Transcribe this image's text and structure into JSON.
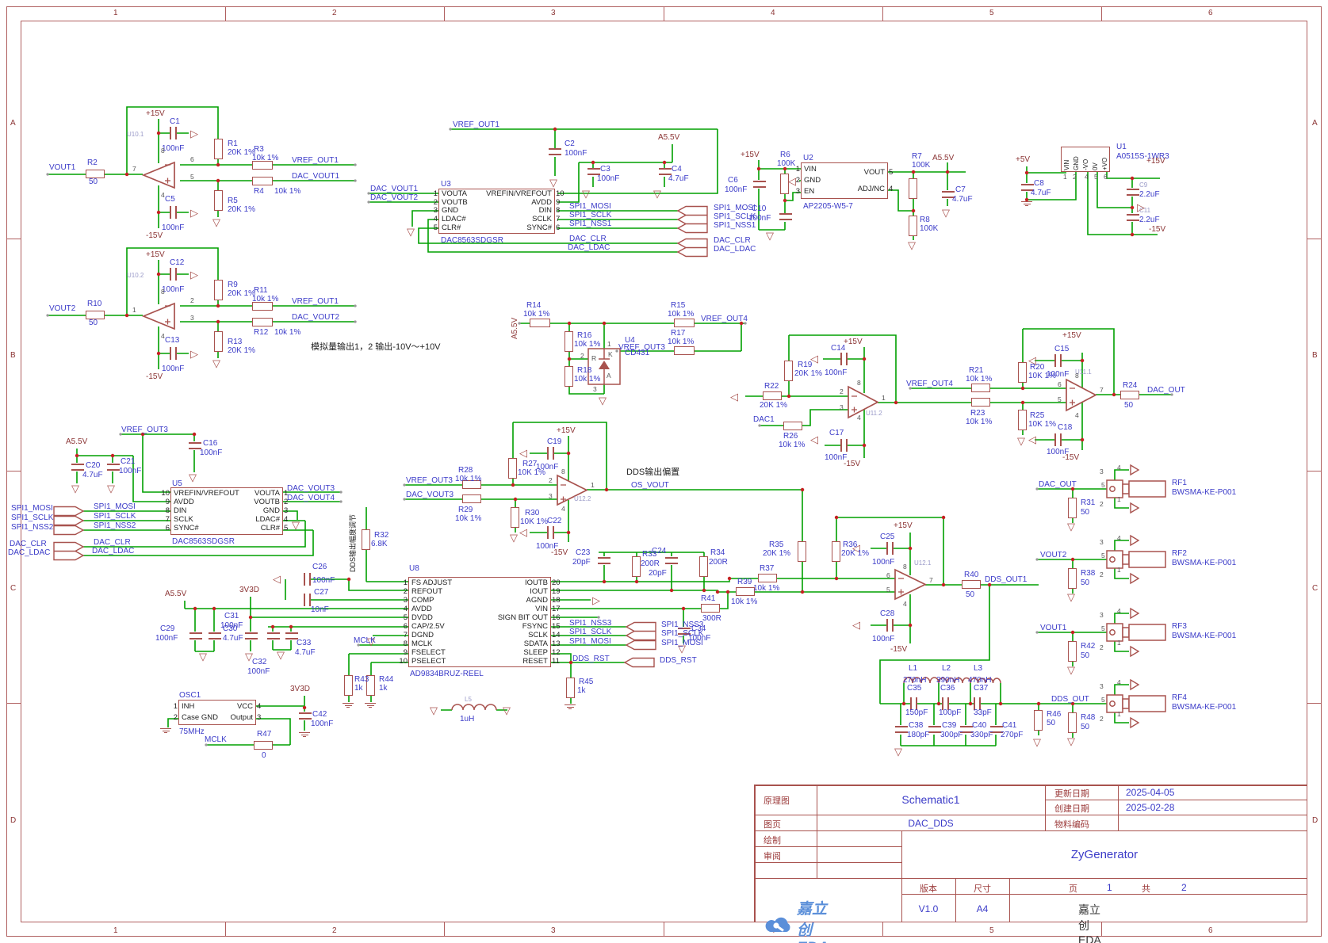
{
  "frame": {
    "cols": [
      "1",
      "2",
      "3",
      "4",
      "5",
      "6"
    ],
    "rows": [
      "A",
      "B",
      "C",
      "D"
    ]
  },
  "notes": {
    "analog": "模拟量输出1，2    输出-10V～+10V",
    "bias": "DDS输出偏置",
    "amp_adj": "DDS输出幅度调节"
  },
  "pw": {
    "p15": "+15V",
    "n15": "-15V",
    "p5": "+5V",
    "a55": "A5.5V",
    "v33": "3V3D"
  },
  "amp1": {
    "ref": "U10.1",
    "vin": "VOUT1",
    "rin": [
      "R2",
      "50"
    ],
    "ctop": [
      "C1",
      "100nF"
    ],
    "cbot": [
      "C5",
      "100nF"
    ],
    "rfb": [
      "R1",
      "20K 1%"
    ],
    "rtop": [
      "R3",
      "10k 1%"
    ],
    "rg": [
      "R5",
      "20K 1%"
    ],
    "rbot": [
      "R4",
      "10k 1%"
    ],
    "ntop": "VREF_OUT1",
    "nbot": "DAC_VOUT1",
    "pins": [
      "7",
      "6",
      "5",
      "8",
      "4"
    ]
  },
  "amp2": {
    "ref": "U10.2",
    "vin": "VOUT2",
    "rin": [
      "R10",
      "50"
    ],
    "ctop": [
      "C12",
      "100nF"
    ],
    "cbot": [
      "C13",
      "100nF"
    ],
    "rfb": [
      "R9",
      "20K 1%"
    ],
    "rtop": [
      "R11",
      "10k 1%"
    ],
    "rg": [
      "R13",
      "20K 1%"
    ],
    "rbot": [
      "R12",
      "10k 1%"
    ],
    "ntop": "VREF_OUT1",
    "nbot": "DAC_VOUT2",
    "pins": [
      "1",
      "2",
      "3",
      "8",
      "4"
    ]
  },
  "u3": {
    "ref": "U3",
    "part": "DAC8563SDGSR",
    "left": [
      [
        "1",
        "VOUTA"
      ],
      [
        "2",
        "VOUTB"
      ],
      [
        "3",
        "GND"
      ],
      [
        "4",
        "LDAC#"
      ],
      [
        "5",
        "CLR#"
      ]
    ],
    "right": [
      [
        "10",
        "VREFIN/VREFOUT"
      ],
      [
        "9",
        "AVDD"
      ],
      [
        "8",
        "DIN"
      ],
      [
        "7",
        "SCLK"
      ],
      [
        "6",
        "SYNC#"
      ]
    ],
    "in1": "DAC_VOUT1",
    "in2": "DAC_VOUT2",
    "vref": "VREF_OUT1",
    "c2": [
      "C2",
      "100nF"
    ],
    "c3": [
      "C3",
      "100nF"
    ],
    "c4": [
      "C4",
      "4.7uF"
    ],
    "spi": [
      "SPI1_MOSI",
      "SPI1_SCLK",
      "SPI1_NSS1"
    ],
    "ctl": [
      "DAC_CLR",
      "DAC_LDAC"
    ]
  },
  "u2": {
    "ref": "U2",
    "part": "AP2205-W5-7",
    "left": [
      [
        "1",
        "VIN"
      ],
      [
        "2",
        "GND"
      ],
      [
        "3",
        "EN"
      ]
    ],
    "right": [
      [
        "5",
        "VOUT"
      ],
      [
        "4",
        "ADJ/NC"
      ]
    ],
    "r6": [
      "R6",
      "100K"
    ],
    "r7": [
      "R7",
      "100K"
    ],
    "r8": [
      "R8",
      "100K"
    ],
    "c6": [
      "C6",
      "100nF"
    ],
    "c10": [
      "C10",
      "100nF"
    ],
    "c7": [
      "C7",
      "4.7uF"
    ]
  },
  "u1": {
    "ref": "U1",
    "part": "A0515S-1WR3",
    "names": [
      "VIN",
      "GND",
      "-VO",
      "0V",
      "+VO"
    ],
    "nums": [
      "1",
      "2",
      "4",
      "5",
      "6"
    ],
    "c8": [
      "C8",
      "4.7uF"
    ],
    "c9": [
      "C9",
      "2.2uF"
    ],
    "c11": [
      "C11",
      "2.2uF"
    ]
  },
  "u4": {
    "ref": "U4",
    "part": "CD431",
    "r14": [
      "R14",
      "10k 1%"
    ],
    "r15": [
      "R15",
      "10k 1%"
    ],
    "r16": [
      "R16",
      "10k 1%"
    ],
    "r17": [
      "R17",
      "10k 1%"
    ],
    "r18": [
      "R18",
      "10k 1%"
    ],
    "n15": "VREF_OUT4",
    "n17": "VREF_OUT3",
    "pr": "R",
    "pk": "K",
    "pa": "A",
    "p1": "1",
    "p2": "2",
    "p3": "3"
  },
  "amp3": {
    "ref": "U11.2",
    "r19": [
      "R19",
      "20K 1%"
    ],
    "r22": [
      "R22",
      "20K 1%"
    ],
    "r26": [
      "R26",
      "10k 1%"
    ],
    "dac1": "DAC1",
    "c14": [
      "C14",
      "100nF"
    ],
    "c17": [
      "C17",
      "100nF"
    ],
    "pins": [
      "2",
      "3",
      "1",
      "8",
      "4"
    ]
  },
  "mid": {
    "vref4": "VREF_OUT4",
    "r21": [
      "R21",
      "10k 1%"
    ],
    "r23": [
      "R23",
      "10k 1%"
    ]
  },
  "amp4": {
    "ref": "U11.1",
    "r20": [
      "R20",
      "10K 1%"
    ],
    "r25": [
      "R25",
      "10K 1%"
    ],
    "c15": [
      "C15",
      "100nF"
    ],
    "c18": [
      "C18",
      "100nF"
    ],
    "r24": [
      "R24",
      "50"
    ],
    "out": "DAC_OUT",
    "pins": [
      "6",
      "5",
      "7",
      "8",
      "4"
    ]
  },
  "u5": {
    "ref": "U5",
    "part": "DAC8563SDGSR",
    "left": [
      [
        "10",
        "VREFIN/VREFOUT"
      ],
      [
        "9",
        "AVDD"
      ],
      [
        "8",
        "DIN"
      ],
      [
        "7",
        "SCLK"
      ],
      [
        "6",
        "SYNC#"
      ]
    ],
    "right": [
      [
        "1",
        "VOUTA"
      ],
      [
        "2",
        "VOUTB"
      ],
      [
        "3",
        "GND"
      ],
      [
        "4",
        "LDAC#"
      ],
      [
        "5",
        "CLR#"
      ]
    ],
    "vref": "VREF_OUT3",
    "c16": [
      "C16",
      "100nF"
    ],
    "c20": [
      "C20",
      "4.7uF"
    ],
    "c21": [
      "C21",
      "100nF"
    ],
    "spi": [
      [
        "SPI1_MOSI"
      ],
      [
        "SPI1_SCLK"
      ],
      [
        "SPI1_NSS2"
      ]
    ],
    "ctl": [
      "DAC_CLR",
      "DAC_LDAC"
    ],
    "o1": "DAC_VOUT3",
    "o2": "DAC_VOUT4"
  },
  "amp5": {
    "ref": "U12.2",
    "itop": "VREF_OUT3",
    "ibot": "DAC_VOUT3",
    "r28": [
      "R28",
      "10k 1%"
    ],
    "r29": [
      "R29",
      "10k 1%"
    ],
    "r27": [
      "R27",
      "10K 1%"
    ],
    "r30": [
      "R30",
      "10K 1%"
    ],
    "c19": [
      "C19",
      "100nF"
    ],
    "c22": [
      "C22",
      "100nF"
    ],
    "out": "OS_VOUT",
    "pins": [
      "2",
      "3",
      "1",
      "8",
      "4"
    ]
  },
  "r32": [
    "R32",
    "6.8K"
  ],
  "u8": {
    "ref": "U8",
    "part": "AD9834BRUZ-REEL",
    "left": [
      [
        "1",
        "FS ADJUST"
      ],
      [
        "2",
        "REFOUT"
      ],
      [
        "3",
        "COMP"
      ],
      [
        "4",
        "AVDD"
      ],
      [
        "5",
        "DVDD"
      ],
      [
        "6",
        "CAP/2.5V"
      ],
      [
        "7",
        "DGND"
      ],
      [
        "8",
        "MCLK"
      ],
      [
        "9",
        "FSELECT"
      ],
      [
        "10",
        "PSELECT"
      ]
    ],
    "right": [
      [
        "20",
        "IOUTB"
      ],
      [
        "19",
        "IOUT"
      ],
      [
        "18",
        "AGND"
      ],
      [
        "17",
        "VIN"
      ],
      [
        "16",
        "SIGN BIT OUT"
      ],
      [
        "15",
        "FSYNC"
      ],
      [
        "14",
        "SCLK"
      ],
      [
        "13",
        "SDATA"
      ],
      [
        "12",
        "SLEEP"
      ],
      [
        "11",
        "RESET"
      ]
    ],
    "c26": [
      "C26",
      "100nF"
    ],
    "c27": [
      "C27",
      "10nF"
    ],
    "c29": [
      "C29",
      "100nF"
    ],
    "c30": [
      "C30",
      "4.7uF"
    ],
    "c31": [
      "C31",
      "100nF"
    ],
    "c32": [
      "C32",
      "100nF"
    ],
    "c33": [
      "C33",
      "4.7uF"
    ],
    "r43": [
      "R43",
      "1k"
    ],
    "r44": [
      "R44",
      "1k"
    ],
    "r45": [
      "R45",
      "1k"
    ],
    "mclk": "MCLK",
    "spi": [
      "SPI1_NSS3",
      "SPI1_SCLK",
      "SPI1_MOSI"
    ],
    "rst": "DDS_RST",
    "l5": [
      "L5",
      "1uH"
    ]
  },
  "iout": {
    "c23": [
      "C23",
      "20pF"
    ],
    "r33": [
      "R33",
      "200R"
    ],
    "c24": [
      "C24",
      "20pF"
    ],
    "r34": [
      "R34",
      "200R"
    ]
  },
  "amp6": {
    "ref": "U12.1",
    "r35": [
      "R35",
      "20K 1%"
    ],
    "r36": [
      "R36",
      "20K 1%"
    ],
    "r37": [
      "R37",
      "10k 1%"
    ],
    "r39": [
      "R39",
      "10k 1%"
    ],
    "r41": [
      "R41",
      "300R"
    ],
    "c34": [
      "C34",
      "100nF"
    ],
    "c25": [
      "C25",
      "100nF"
    ],
    "c28": [
      "C28",
      "100nF"
    ],
    "r40": [
      "R40",
      "50"
    ],
    "out": "DDS_OUT1",
    "pins": [
      "6",
      "5",
      "7",
      "8",
      "4"
    ]
  },
  "osc": {
    "ref": "OSC1",
    "part": "75MHz",
    "left": [
      [
        "1",
        "INH"
      ],
      [
        "2",
        "Case GND"
      ]
    ],
    "right": [
      [
        "4",
        "VCC"
      ],
      [
        "3",
        "Output"
      ]
    ],
    "c42": [
      "C42",
      "100nF"
    ],
    "r47": [
      "R47",
      "0"
    ],
    "mclk": "MCLK"
  },
  "filter": {
    "l": [
      [
        "L1",
        "270nH"
      ],
      [
        "L2",
        "390nH"
      ],
      [
        "L3",
        "470nH"
      ]
    ],
    "cs": [
      [
        "C35",
        "150pF"
      ],
      [
        "C36",
        "100pF"
      ],
      [
        "C37",
        "33pF"
      ]
    ],
    "cp": [
      [
        "C38",
        "180pF"
      ],
      [
        "C39",
        "300pF"
      ],
      [
        "C40",
        "330pF"
      ],
      [
        "C41",
        "270pF"
      ]
    ],
    "r46": [
      "R46",
      "50"
    ]
  },
  "rf": {
    "pins": [
      "3",
      "4",
      "5",
      "2",
      "1"
    ],
    "items": [
      {
        "ref": "RF1",
        "part": "BWSMA-KE-P001",
        "net": "DAC_OUT",
        "r": [
          "R31",
          "50"
        ]
      },
      {
        "ref": "RF2",
        "part": "BWSMA-KE-P001",
        "net": "VOUT2",
        "r": [
          "R38",
          "50"
        ]
      },
      {
        "ref": "RF3",
        "part": "BWSMA-KE-P001",
        "net": "VOUT1",
        "r": [
          "R42",
          "50"
        ]
      },
      {
        "ref": "RF4",
        "part": "BWSMA-KE-P001",
        "net": "DDS_OUT",
        "r": [
          "R48",
          "50"
        ]
      }
    ]
  },
  "tb": {
    "sheet_l": "原理图",
    "sheet": "Schematic1",
    "upd_l": "更新日期",
    "upd": "2025-04-05",
    "cre_l": "创建日期",
    "cre": "2025-02-28",
    "page_l": "图页",
    "page": "DAC_DDS",
    "mat_l": "物料编码",
    "mat": "",
    "draw_l": "绘制",
    "rev_l": "审阅",
    "project": "ZyGenerator",
    "ver_l": "版本",
    "ver": "V1.0",
    "size_l": "尺寸",
    "size": "A4",
    "pg_l": "页",
    "pg": "1",
    "tot_l": "共",
    "tot": "2",
    "brand": "嘉立创EDA",
    "logo": "嘉立创EDA"
  }
}
